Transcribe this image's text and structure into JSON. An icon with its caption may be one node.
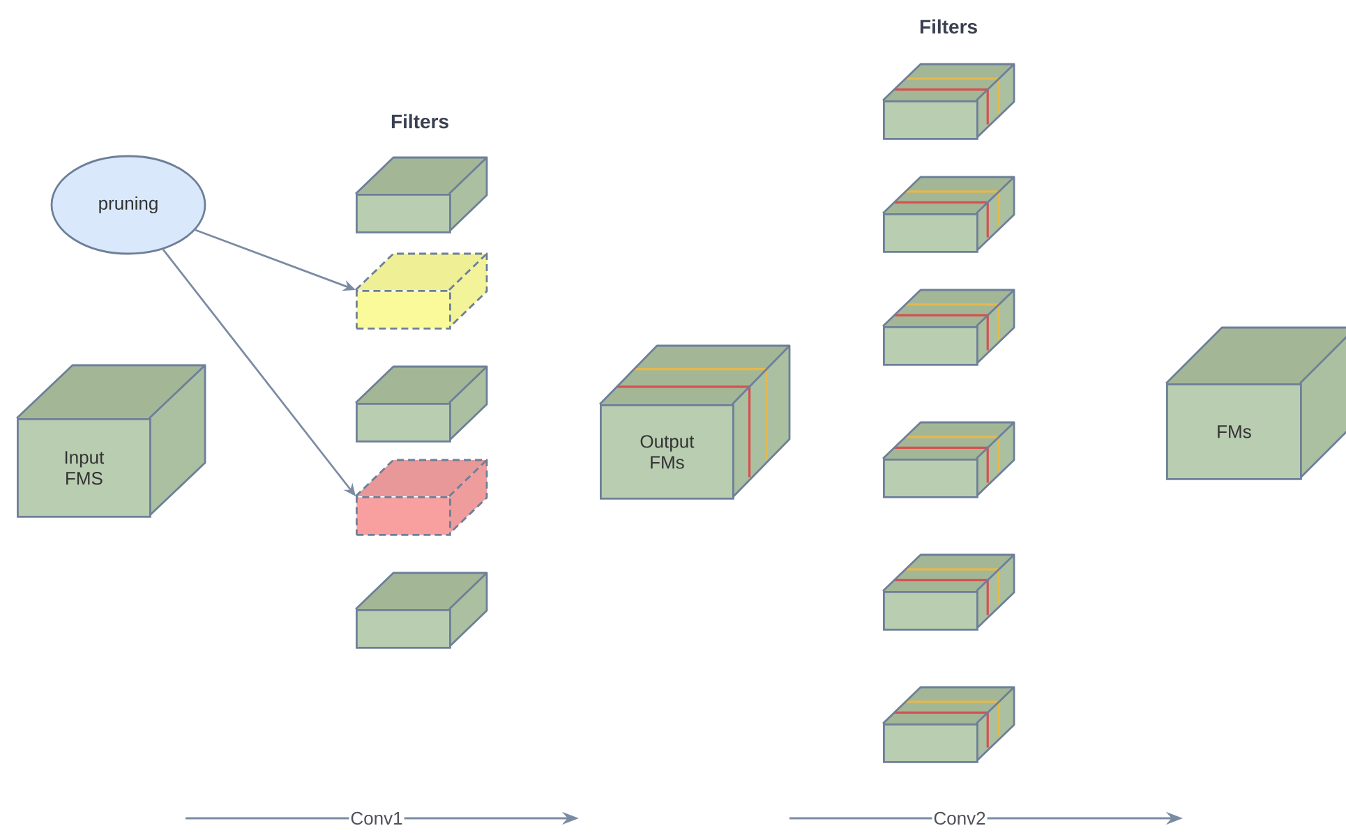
{
  "diagram": {
    "nodes": [
      {
        "text": [
          "pruning"
        ]
      },
      {
        "text": [
          "Input FMS"
        ]
      },
      {
        "text": [],
        "shape": "box"
      },
      {
        "text": [],
        "shape": "box"
      },
      {
        "text": [],
        "shape": "box"
      },
      {
        "text": [],
        "shape": "box"
      },
      {
        "text": [],
        "shape": "box"
      },
      {
        "text": [
          "Output FMs"
        ]
      },
      {
        "text": [],
        "shape": "box"
      },
      {
        "text": [],
        "shape": "box"
      },
      {
        "text": [],
        "shape": "box"
      },
      {
        "text": [],
        "shape": "box"
      },
      {
        "text": [],
        "shape": "box"
      },
      {
        "text": [],
        "shape": "box"
      },
      {
        "text": [
          "FMs"
        ]
      }
    ],
    "edges": [
      {
        "from": 0,
        "to": 3,
        "arrow": "to"
      },
      {
        "from": 0,
        "to": 5,
        "arrow": "to"
      }
    ],
    "labels": [
      "Filters",
      "Filters",
      "Conv1",
      "Conv2"
    ]
  }
}
